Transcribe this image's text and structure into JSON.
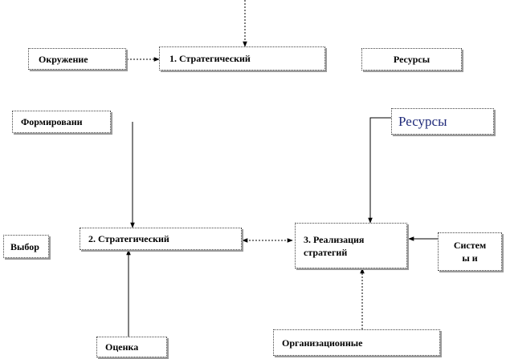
{
  "diagram": {
    "nodes": {
      "env": "Окружение",
      "stage1": "1.  Стратегический",
      "resources_top": "Ресурсы",
      "formation": "Формировани",
      "resources_right": "Ресурсы",
      "choice": "Выбор",
      "stage2": "2.  Стратегический",
      "stage3_line1": "3. Реализация",
      "stage3_line2": "стратегий",
      "systems_line1": "Систем",
      "systems_line2": "ы и",
      "evaluation": "Оценка",
      "organizational": "Организационные"
    },
    "edges": [
      {
        "from": "top-edge",
        "to": "stage1",
        "style": "dotted",
        "arrows": "end"
      },
      {
        "from": "env",
        "to": "stage1",
        "style": "dotted",
        "arrows": "end"
      },
      {
        "from": "formation",
        "to": "stage2",
        "style": "solid",
        "arrows": "end"
      },
      {
        "from": "evaluation",
        "to": "stage2",
        "style": "solid",
        "arrows": "end"
      },
      {
        "from": "stage2",
        "to": "stage3",
        "style": "dotted",
        "arrows": "both"
      },
      {
        "from": "resources_right",
        "to": "stage3",
        "style": "solid",
        "arrows": "end"
      },
      {
        "from": "systems",
        "to": "stage3",
        "style": "solid",
        "arrows": "end"
      },
      {
        "from": "organizational",
        "to": "stage3",
        "style": "dotted",
        "arrows": "end"
      }
    ],
    "colors": {
      "line": "#000000",
      "box_border": "#444444",
      "box_shadow": "#9a9a9a",
      "blue_text": "#1f2a7a"
    }
  }
}
